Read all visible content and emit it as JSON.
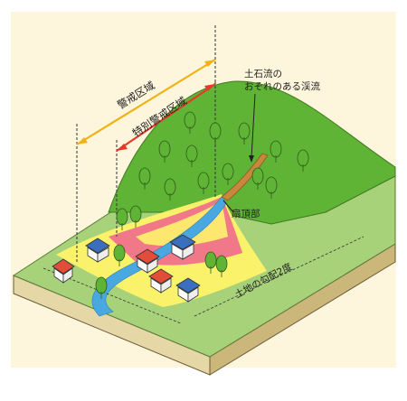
{
  "labels": {
    "keikai": "警戒区域",
    "tokubetsu": "特別警戒区域",
    "stream_line1": "土石流の",
    "stream_line2": "おそれのある渓流",
    "fan_apex": "扇頂部",
    "slope": "土地の勾配2度"
  },
  "colors": {
    "panel": "#fdf5dc",
    "hill": "#5fb335",
    "ground": "#a7d27a",
    "cliff": "#e4d6a3",
    "yellow_zone": "#fff36b",
    "red_zone": "#ee6a8c",
    "river": "#4aa8e0",
    "keikai_arrow": "#f2b216",
    "tokubetsu_arrow": "#e43a2a"
  }
}
